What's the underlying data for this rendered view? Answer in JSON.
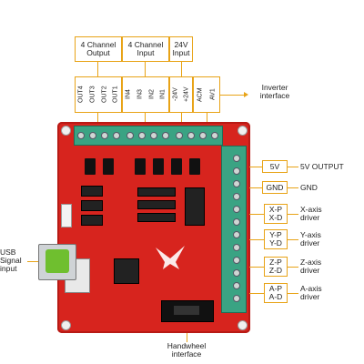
{
  "top_labels": {
    "output": "4 Channel\nOutput",
    "input": "4 Channel\nInput",
    "power": "24V\nInput"
  },
  "pin_labels": [
    "OUT4",
    "OUT3",
    "OUT2",
    "OUT1",
    "IN4",
    "IN3",
    "IN2",
    "IN1",
    "-24V",
    "+24V",
    "ACM",
    "AV1"
  ],
  "right_labels": {
    "inverter": "Inverter\ninterface",
    "five_v": "5V",
    "five_v_output": "5V OUTPUT",
    "gnd": "GND",
    "gnd_out": "GND",
    "x_axis": "X-P\nX-D",
    "x_driver": "X-axis\ndriver",
    "y_axis": "Y-P\nY-D",
    "y_driver": "Y-axis\ndriver",
    "z_axis": "Z-P\nZ-D",
    "z_driver": "Z-axis\ndriver",
    "a_axis": "A-P\nA-D",
    "a_driver": "A-axis\ndriver"
  },
  "left_labels": {
    "usb": "USB\nSignal\ninput"
  },
  "bottom_labels": {
    "handwheel": "Handwheel\ninterface"
  },
  "colors": {
    "board": "#d7241e",
    "terminal": "#3aa383",
    "connector_line": "#e8a317"
  }
}
